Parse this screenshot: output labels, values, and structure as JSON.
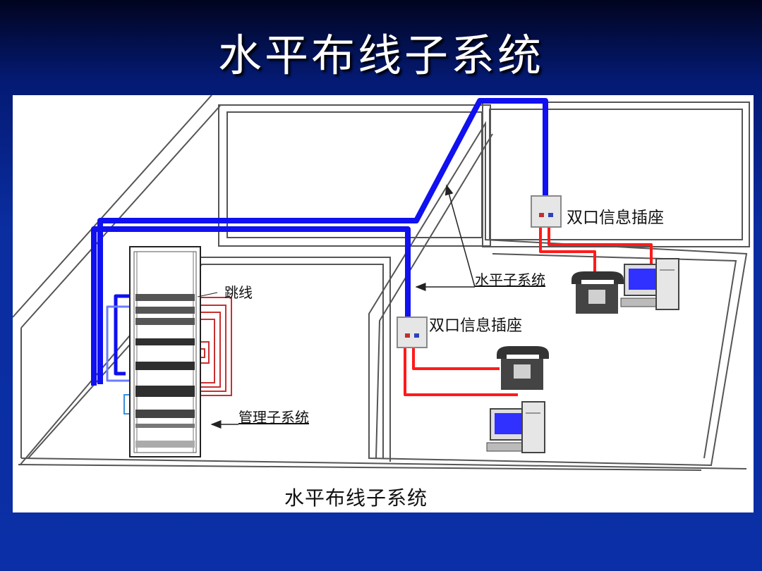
{
  "slide": {
    "title": "水平布线子系统"
  },
  "diagram": {
    "caption": "水平布线子系统",
    "labels": {
      "outlet_upper": "双口信息插座",
      "outlet_lower": "双口信息插座",
      "horizontal_subsystem": "水平子系统",
      "jumper": "跳线",
      "management_subsystem": "管理子系统"
    },
    "colors": {
      "backbone_cable": "#1010f0",
      "station_cable": "#ff1a1a",
      "jumper_cable": "#c83030",
      "patch_cable": "#3a8fe0",
      "background": "#0b2fa6",
      "panel": "#ffffff"
    },
    "icons": [
      "equipment-rack-icon",
      "wall-outlet-icon",
      "telephone-icon",
      "computer-icon"
    ]
  }
}
